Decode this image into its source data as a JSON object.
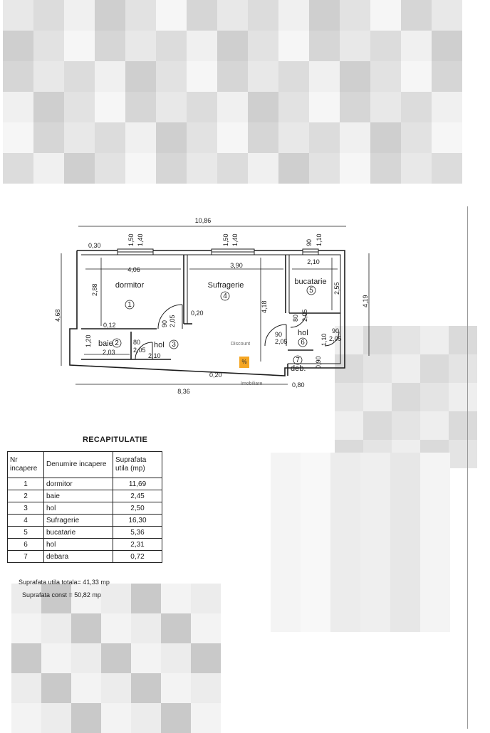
{
  "plan": {
    "overall_width": "10,86",
    "left_height": "4,68",
    "right_height": "4,19",
    "bottom_length": "8,36",
    "rooms": [
      {
        "num": "1",
        "name": "dormitor",
        "w": "4,06",
        "h": "2,88"
      },
      {
        "num": "2",
        "name": "baie",
        "w": "2,03",
        "h": "1,20"
      },
      {
        "num": "3",
        "name": "hol",
        "w": "2,10"
      },
      {
        "num": "4",
        "name": "Sufragerie",
        "w": "3,90",
        "h": "4,18"
      },
      {
        "num": "5",
        "name": "bucatarie",
        "w": "2,10",
        "h": "2,55"
      },
      {
        "num": "6",
        "name": "hol"
      },
      {
        "num": "7",
        "name": "deb."
      }
    ],
    "dims": {
      "w1_a": "1,50",
      "w1_b": "1,40",
      "w2_a": "1,50",
      "w2_b": "1,40",
      "w3_a": "90",
      "w3_b": "1,10",
      "wall_030": "0,30",
      "d_012": "0,12",
      "d_020a": "0,20",
      "d_020b": "0,20",
      "door1_a": "90",
      "door1_b": "2,05",
      "door2_a": "80",
      "door2_b": "2,05",
      "door3_a": "80",
      "door3_b": "2,05",
      "door4_a": "90",
      "door4_b": "2,05",
      "door5_a": "90",
      "door5_b": "2,05",
      "d_110": "1,10",
      "d_090": "0,90",
      "d_080": "0,80"
    }
  },
  "watermark": {
    "line1": "Discount",
    "badge": "%",
    "line2": "Imobiliare"
  },
  "recap": {
    "title": "RECAPITULATIE",
    "headers": [
      "Nr incapere",
      "Denumire incapere",
      "Suprafata utila (mp)"
    ],
    "rows": [
      {
        "nr": "1",
        "name": "dormitor",
        "area": "11,69"
      },
      {
        "nr": "2",
        "name": "baie",
        "area": "2,45"
      },
      {
        "nr": "3",
        "name": "hol",
        "area": "2,50"
      },
      {
        "nr": "4",
        "name": "Sufragerie",
        "area": "16,30"
      },
      {
        "nr": "5",
        "name": "bucatarie",
        "area": "5,36"
      },
      {
        "nr": "6",
        "name": "hol",
        "area": "2,31"
      },
      {
        "nr": "7",
        "name": "debara",
        "area": "0,72"
      }
    ]
  },
  "summary": {
    "utila": "Suprafata utila totala= 41,33 mp",
    "const": "Suprafata const = 50,82 mp"
  },
  "colors": {
    "ink": "#1c1c1c",
    "badge": "#f5a623",
    "pixelate_light": "#e6e6e6",
    "pixelate_dark": "#a8a8a8"
  }
}
